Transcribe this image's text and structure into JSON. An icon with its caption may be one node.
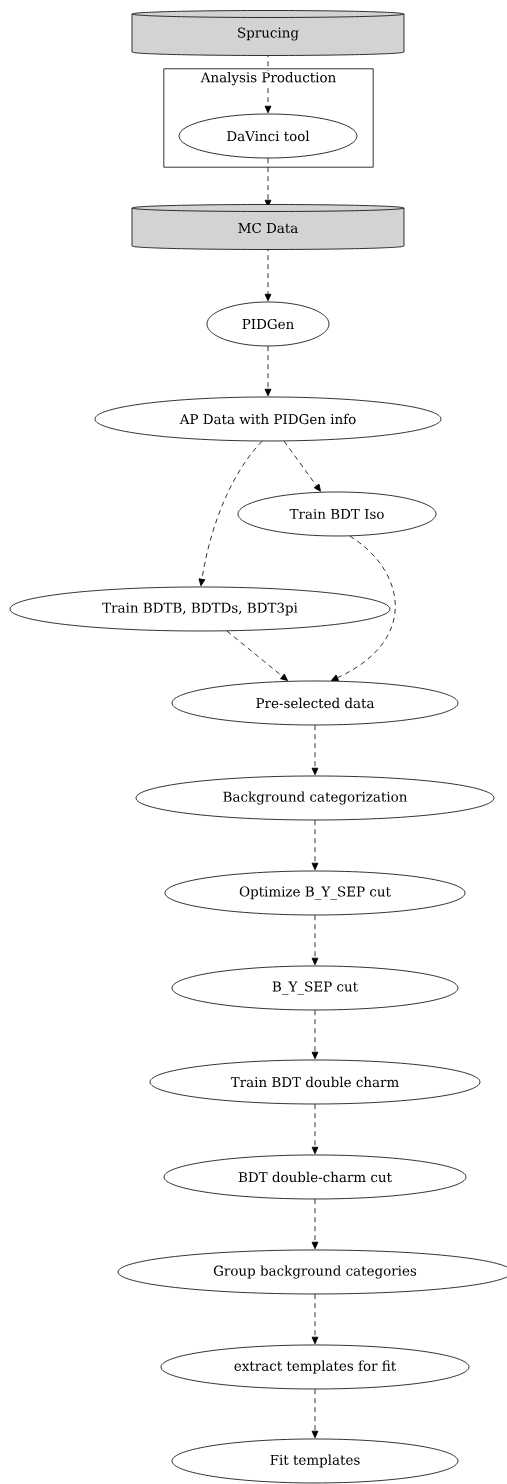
{
  "diagram": {
    "nodes": [
      {
        "text": [
          "Sprucing"
        ]
      },
      {
        "text": [
          "Analysis Production"
        ]
      },
      {
        "text": [
          "DaVinci tool"
        ],
        "in": 1
      },
      {
        "text": [
          "MC Data"
        ]
      },
      {
        "text": [
          "PIDGen"
        ]
      },
      {
        "text": [
          "AP Data with PIDGen info"
        ]
      },
      {
        "text": [
          "Train BDT Iso"
        ]
      },
      {
        "text": [
          "Train BDTB, BDTDs, BDT3pi"
        ]
      },
      {
        "text": [
          "Pre-selected data"
        ]
      },
      {
        "text": [
          "Background categorization"
        ]
      },
      {
        "text": [
          "Optimize B_Y_SEP cut"
        ]
      },
      {
        "text": [
          "B_Y_SEP cut"
        ]
      },
      {
        "text": [
          "Train BDT double charm"
        ]
      },
      {
        "text": [
          "BDT double-charm cut"
        ]
      },
      {
        "text": [
          "Group background categories"
        ]
      },
      {
        "text": [
          "extract templates for fit"
        ]
      },
      {
        "text": [
          "Fit templates"
        ]
      }
    ],
    "edges": [
      {
        "from": 0,
        "to": 2,
        "arrow": "to",
        "style": "dashed"
      },
      {
        "from": 2,
        "to": 3,
        "arrow": "to",
        "style": "dashed"
      },
      {
        "from": 3,
        "to": 4,
        "arrow": "to",
        "style": "dashed"
      },
      {
        "from": 4,
        "to": 5,
        "arrow": "to",
        "style": "dashed"
      },
      {
        "from": 5,
        "to": 6,
        "arrow": "to",
        "style": "dashed"
      },
      {
        "from": 5,
        "to": 7,
        "arrow": "to",
        "style": "dashed"
      },
      {
        "from": 6,
        "to": 8,
        "arrow": "to",
        "style": "dashed"
      },
      {
        "from": 7,
        "to": 8,
        "arrow": "to",
        "style": "dashed"
      },
      {
        "from": 8,
        "to": 9,
        "arrow": "to",
        "style": "dashed"
      },
      {
        "from": 9,
        "to": 10,
        "arrow": "to",
        "style": "dashed"
      },
      {
        "from": 10,
        "to": 11,
        "arrow": "to",
        "style": "dashed"
      },
      {
        "from": 11,
        "to": 12,
        "arrow": "to",
        "style": "dashed"
      },
      {
        "from": 12,
        "to": 13,
        "arrow": "to",
        "style": "dashed"
      },
      {
        "from": 13,
        "to": 14,
        "arrow": "to",
        "style": "dashed"
      },
      {
        "from": 14,
        "to": 15,
        "arrow": "to",
        "style": "dashed"
      },
      {
        "from": 15,
        "to": 16,
        "arrow": "to",
        "style": "dashed"
      }
    ]
  }
}
